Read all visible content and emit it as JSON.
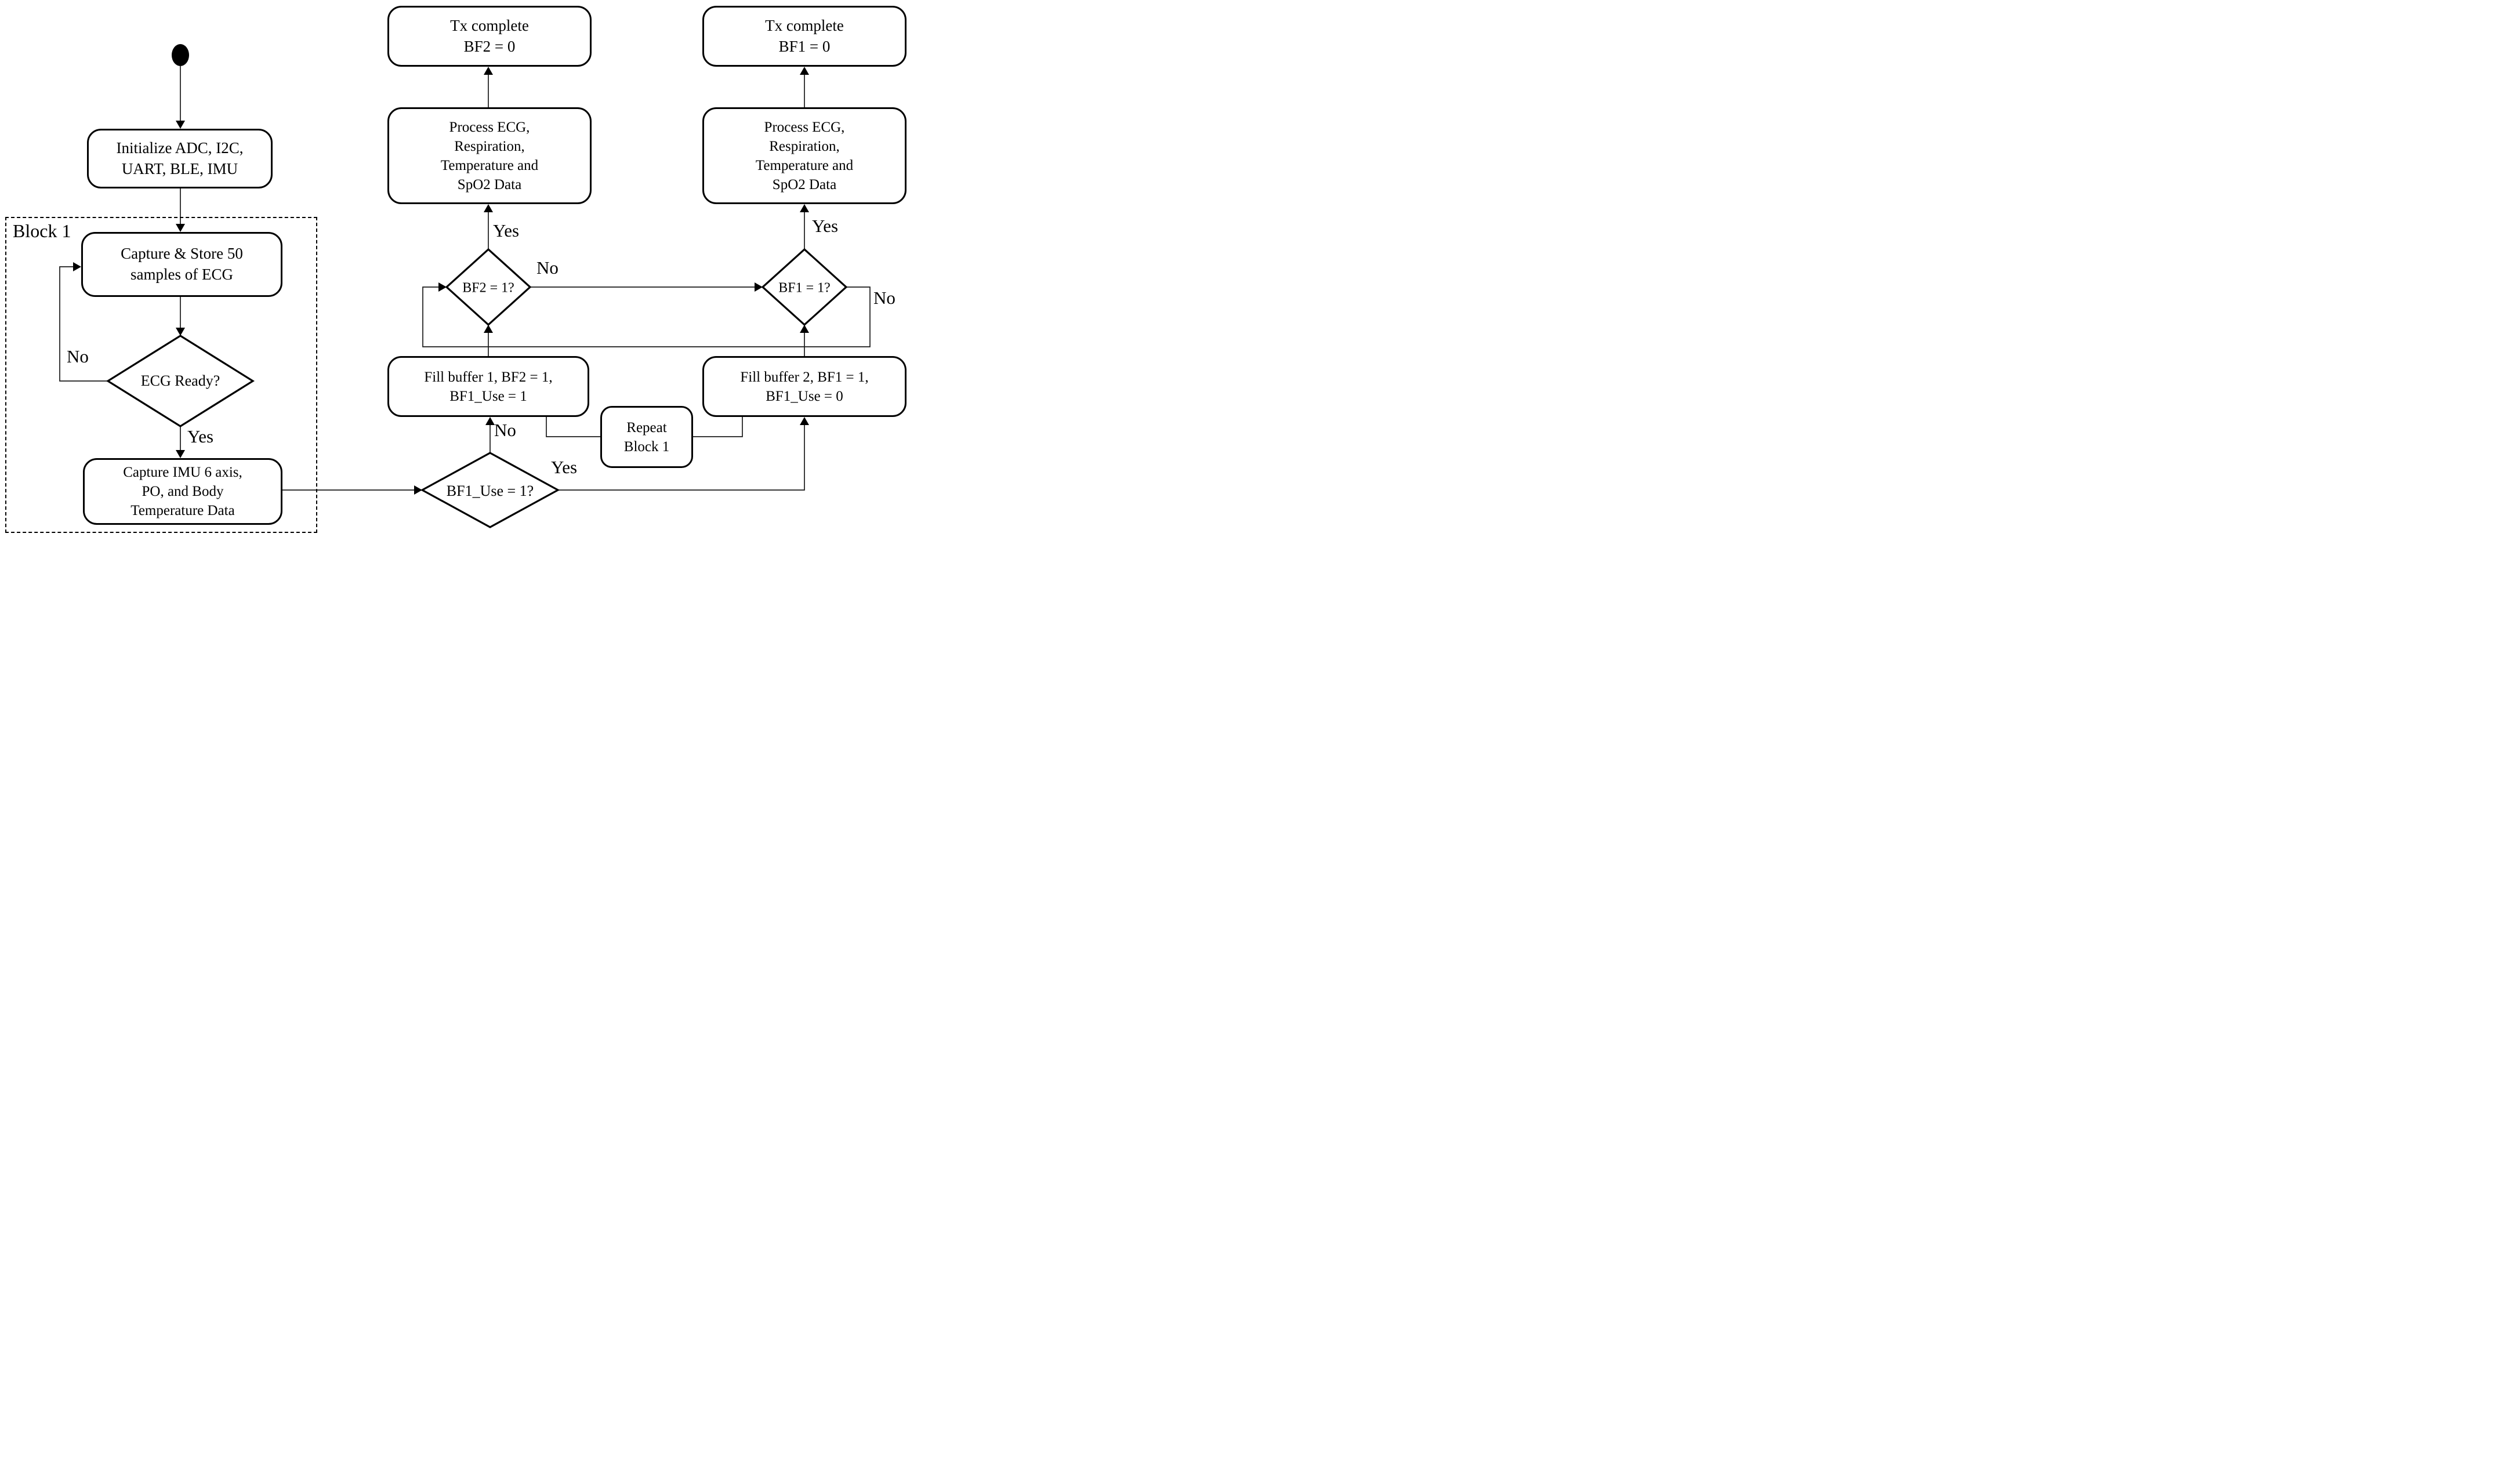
{
  "flowchart": {
    "group": {
      "label": "Block 1"
    },
    "nodes": {
      "start": {
        "kind": "start-state"
      },
      "init": {
        "lines": [
          "Initialize ADC, I2C,",
          "UART, BLE, IMU"
        ]
      },
      "capture_ecg": {
        "lines": [
          "Capture & Store 50",
          "samples of ECG"
        ]
      },
      "ecg_ready": {
        "label": "ECG Ready?"
      },
      "capture_imu": {
        "lines": [
          "Capture IMU 6 axis,",
          "PO, and Body",
          "Temperature Data"
        ]
      },
      "bf1_use_check": {
        "label": "BF1_Use = 1?"
      },
      "fill_buffer1": {
        "lines": [
          "Fill buffer 1, BF2 = 1,",
          "BF1_Use = 1"
        ]
      },
      "fill_buffer2": {
        "lines": [
          "Fill buffer 2, BF1 = 1,",
          "BF1_Use = 0"
        ]
      },
      "repeat_block1": {
        "lines": [
          "Repeat",
          "Block 1"
        ]
      },
      "bf2_check": {
        "label": "BF2 = 1?"
      },
      "bf1_check": {
        "label": "BF1 = 1?"
      },
      "process_mid": {
        "lines": [
          "Process ECG,",
          "Respiration,",
          "Temperature and",
          "SpO2 Data"
        ]
      },
      "process_right": {
        "lines": [
          "Process ECG,",
          "Respiration,",
          "Temperature and",
          "SpO2 Data"
        ]
      },
      "tx_complete_bf2": {
        "lines": [
          "Tx complete",
          "BF2 = 0"
        ]
      },
      "tx_complete_bf1": {
        "lines": [
          "Tx complete",
          "BF1 = 0"
        ]
      }
    },
    "edge_labels": {
      "ecg_no": "No",
      "ecg_yes": "Yes",
      "bf1use_no": "No",
      "bf1use_yes": "Yes",
      "bf2_yes": "Yes",
      "bf2_no": "No",
      "bf1_yes": "Yes",
      "bf1_no": "No"
    },
    "colors": {
      "line": "#1a1a1a",
      "shape_border": "#000000",
      "background": "#ffffff"
    }
  }
}
